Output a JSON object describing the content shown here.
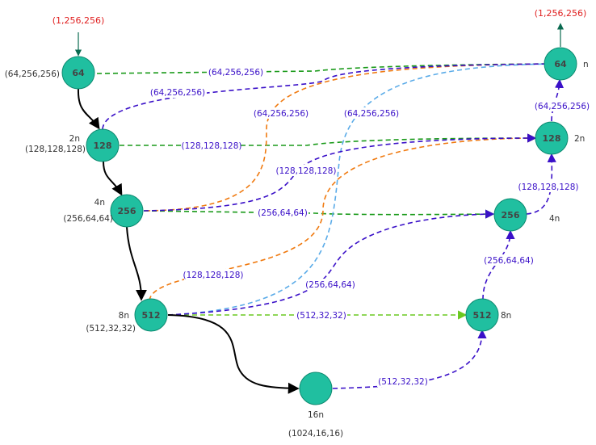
{
  "colors": {
    "node_fill": "#20bfa0",
    "green_edge": "#1a9a1a",
    "purple_edge": "#3a10c8",
    "orange_edge": "#f07a10",
    "lightblue_edge": "#5aabe8",
    "lime_edge": "#6ac820",
    "main_path": "#000000",
    "io_arrow": "#0a6a50",
    "io_text": "#e02020"
  },
  "input_label": "(1,256,256)",
  "output_label": "(1,256,256)",
  "encoder": {
    "n64": {
      "value": "64",
      "scale": "",
      "shape": "(64,256,256)"
    },
    "n128": {
      "value": "128",
      "scale": "2n",
      "shape": "(128,128,128)"
    },
    "n256": {
      "value": "256",
      "scale": "4n",
      "shape": "(256,64,64)"
    },
    "n512": {
      "value": "512",
      "scale": "8n",
      "shape": "(512,32,32)"
    }
  },
  "bottleneck": {
    "value": "",
    "scale": "16n",
    "shape": "(1024,16,16)"
  },
  "decoder": {
    "n512": {
      "value": "512",
      "scale": "8n"
    },
    "n256": {
      "value": "256",
      "scale": "4n"
    },
    "n128": {
      "value": "128",
      "scale": "2n"
    },
    "n64": {
      "value": "64",
      "scale": "n"
    }
  },
  "edge_labels": {
    "skip_64": "(64,256,256)",
    "dec256_to_64": "(64,256,256)",
    "orange_256_to_64": "(64,256,256)",
    "blue_512_to_64": "(64,256,256)",
    "dec128_to_64": "(64,256,256)",
    "skip_128": "(128,128,128)",
    "dec256_to_128": "(128,128,128)",
    "orange_512_to_128": "(128,128,128)",
    "dec256_up_128": "(128,128,128)",
    "skip_256": "(256,64,64)",
    "dec512_to_256": "(256,64,64)",
    "dec512_up_256": "(256,64,64)",
    "skip_512": "(512,32,32)",
    "bottleneck_up": "(512,32,32)"
  }
}
